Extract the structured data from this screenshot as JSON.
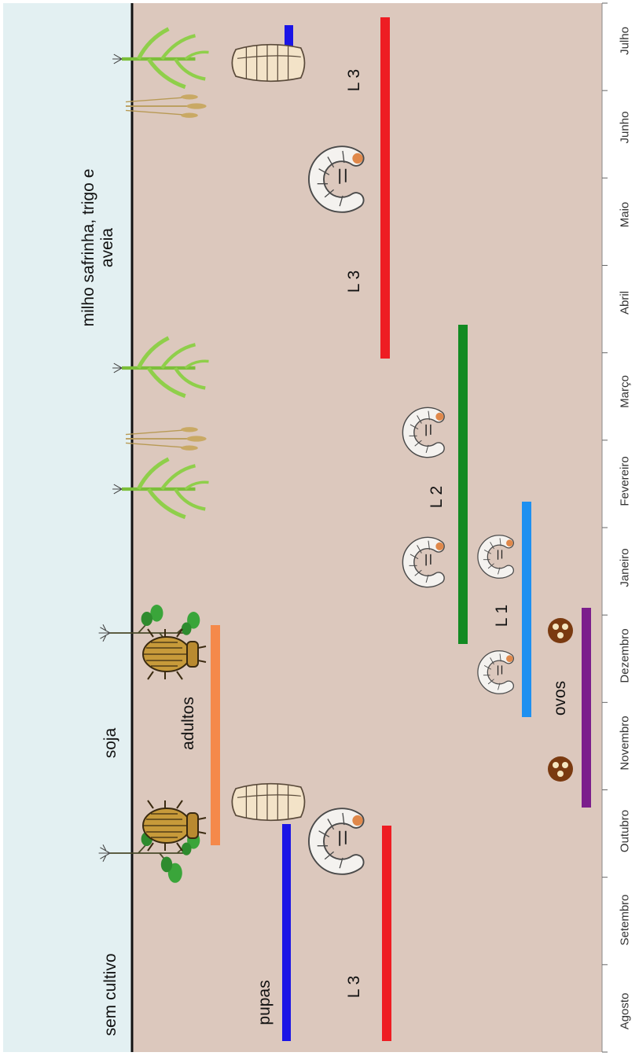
{
  "colors": {
    "crop_band": "#e3f0f2",
    "lifecycle_bg": "#dcc8bd",
    "red": "#ee1d23",
    "blue": "#1a14e6",
    "orange": "#f5894a",
    "purple": "#7b1e8c",
    "light_blue": "#1e90f0",
    "green": "#128a22"
  },
  "crops": [
    {
      "key": "sem",
      "label": "sem cultivo"
    },
    {
      "key": "soja",
      "label": "soja"
    },
    {
      "key": "milho",
      "label": "milho safrinha, trigo e aveia"
    }
  ],
  "months": [
    "Agosto",
    "Setembro",
    "Outubro",
    "Novembro",
    "Dezembro",
    "Janeiro",
    "Fevereiro",
    "Março",
    "Abril",
    "Maio",
    "Junho",
    "Julho"
  ],
  "stages": {
    "pupas": "pupas",
    "l3": "L 3",
    "adultos": "adultos",
    "ovos": "ovos",
    "l1": "L 1",
    "l2": "L 2"
  },
  "icons": [
    "soybean-plant-icon",
    "corn-plant-icon",
    "wheat-plant-icon",
    "beetle-adult-icon",
    "pupa-icon",
    "larva-icon",
    "egg-icon"
  ]
}
